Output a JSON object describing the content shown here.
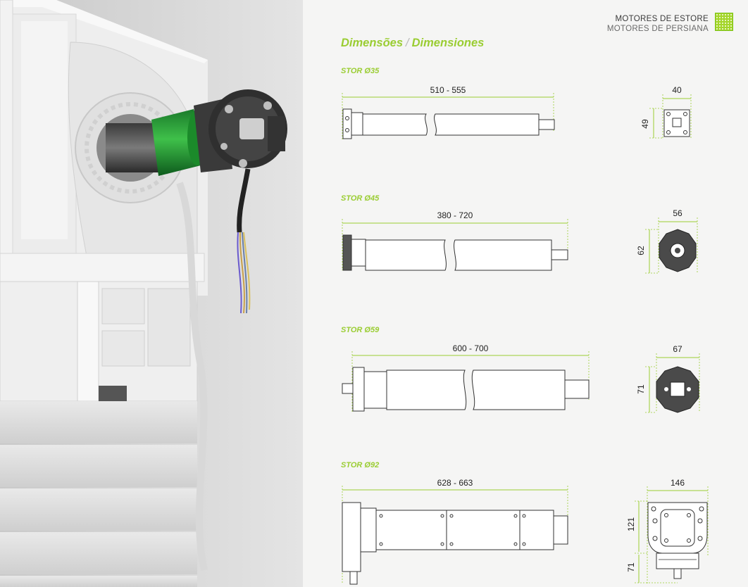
{
  "header": {
    "line1": "MOTORES DE ESTORE",
    "line2": "MOTORES DE PERSIANA",
    "brand_color": "#9acd32"
  },
  "title": {
    "part1": "Dimensões",
    "separator": "/",
    "part2": "Dimensiones"
  },
  "motors": [
    {
      "name": "STOR Ø35",
      "length": "510 - 555",
      "width": "40",
      "height": "49"
    },
    {
      "name": "STOR Ø45",
      "length": "380 - 720",
      "width": "56",
      "height": "62"
    },
    {
      "name": "STOR Ø59",
      "length": "600 - 700",
      "width": "67",
      "height": "71"
    },
    {
      "name": "STOR Ø92",
      "length": "628 - 663",
      "width": "146",
      "height": "121",
      "height2": "71"
    }
  ]
}
